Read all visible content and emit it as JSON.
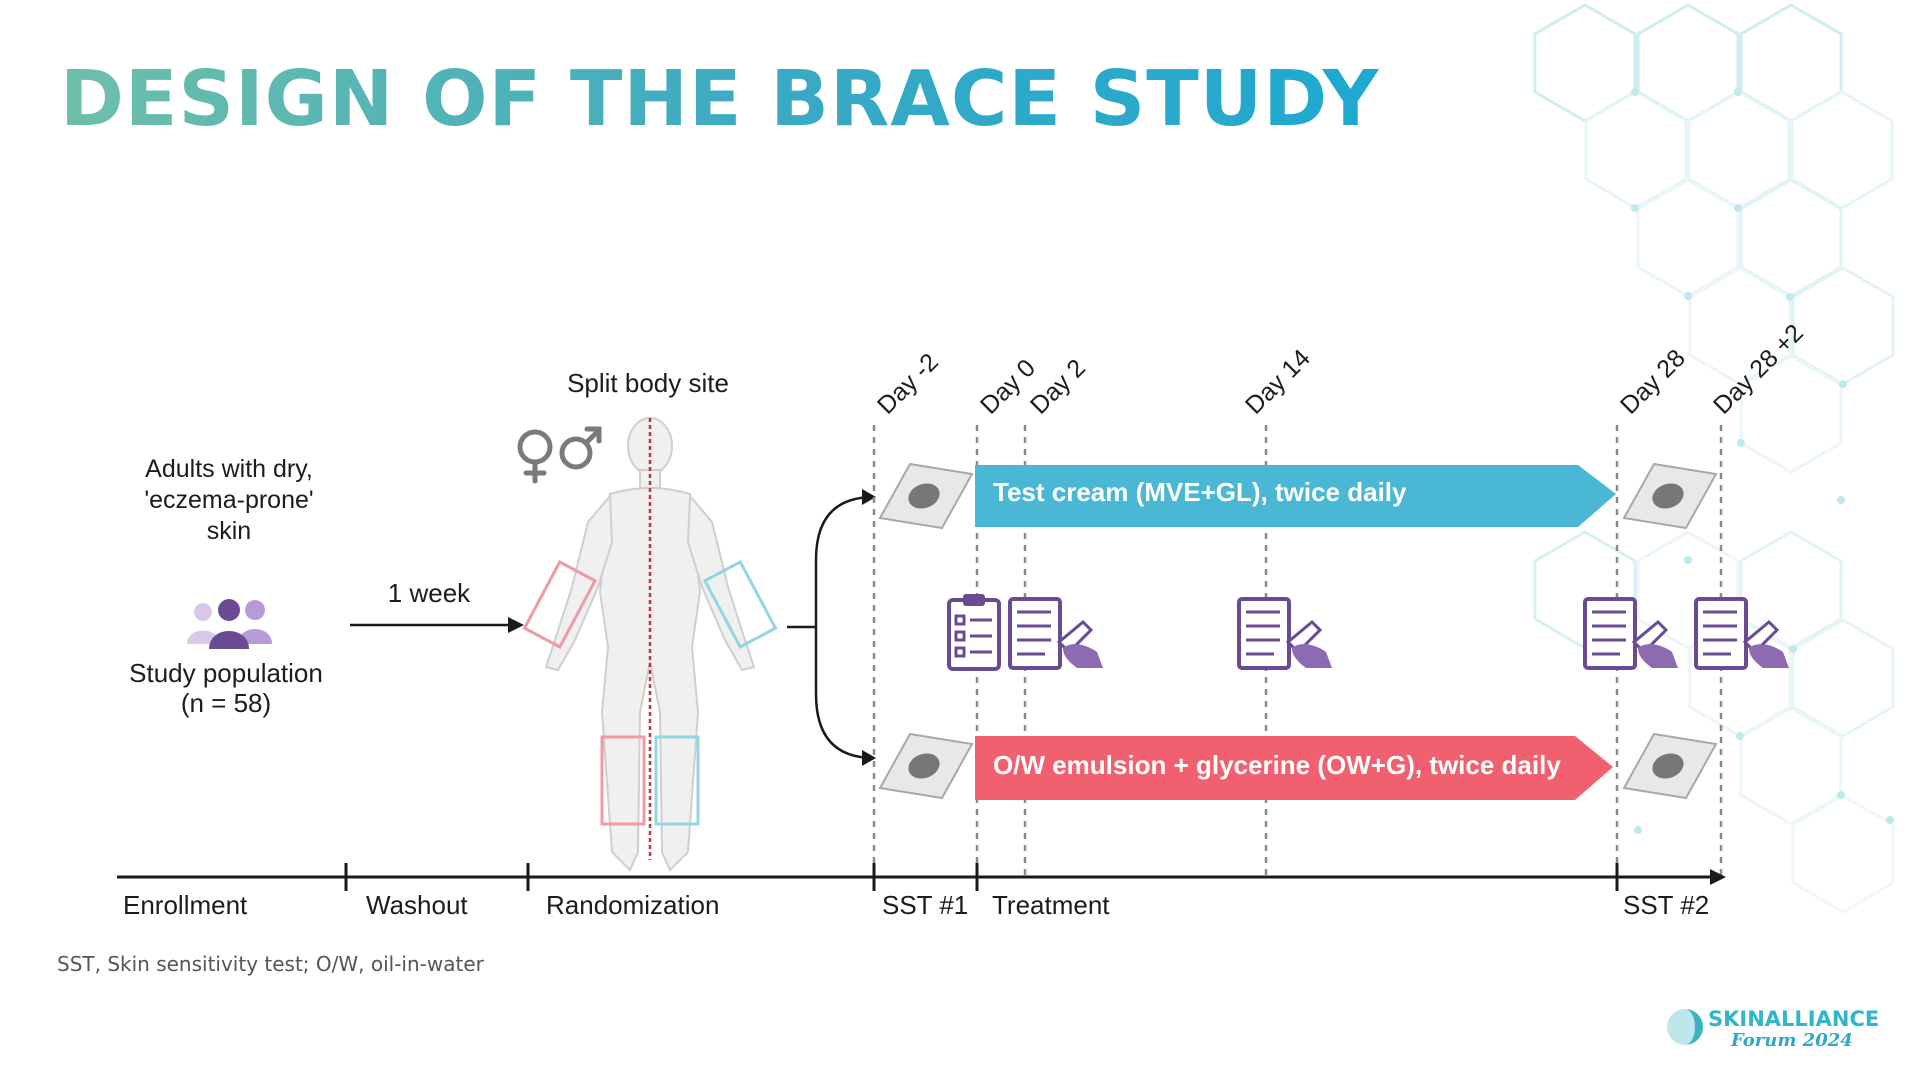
{
  "title": "DESIGN OF THE BRACE STUDY",
  "population": {
    "description": "Adults with dry,\n'eczema-prone'\nskin",
    "label": "Study population\n(n = 58)"
  },
  "washout_duration": "1 week",
  "split_body_label": "Split body site",
  "days": {
    "minus2": "Day -2",
    "d0": "Day 0",
    "d2": "Day 2",
    "d14": "Day 14",
    "d28": "Day 28",
    "d28p2": "Day 28 +2"
  },
  "treatments": {
    "test": "Test cream (MVE+GL), twice daily",
    "control": "O/W emulsion + glycerine (OW+G), twice daily"
  },
  "stages": {
    "enrollment": "Enrollment",
    "washout": "Washout",
    "randomization": "Randomization",
    "sst1": "SST #1",
    "treatment": "Treatment",
    "sst2": "SST #2"
  },
  "footnote": "SST, Skin sensitivity test; O/W, oil-in-water",
  "logo": {
    "name": "SKINALLIANCE",
    "subtitle": "Forum 2024"
  },
  "colors": {
    "test_bar": "#4ab8d4",
    "control_bar": "#f0606e",
    "title_start": "#6dbfa8",
    "title_end": "#1ea9d0",
    "icon_purple": "#6b4a94",
    "axis": "#1a1a1a"
  },
  "icons": {
    "population": "people-group-icon",
    "sex": "female-male-symbol-icon",
    "patch": "skin-patch-icon",
    "assessment": "clipboard-checklist-icon"
  }
}
